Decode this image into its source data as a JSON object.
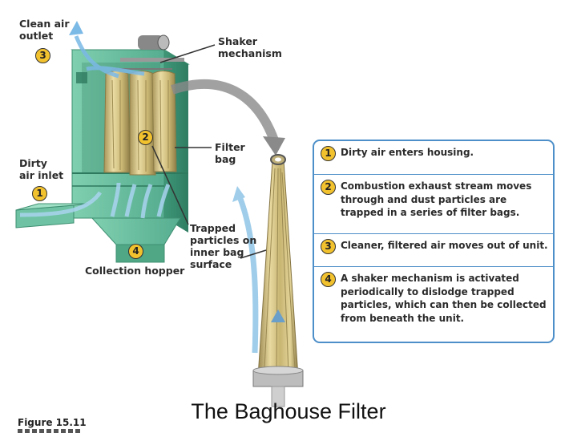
{
  "labels": {
    "clean_air_outlet": "Clean air\noutlet",
    "shaker_mechanism": "Shaker\nmechanism",
    "dirty_air_inlet": "Dirty\nair inlet",
    "filter_bag": "Filter\nbag",
    "trapped_particles": "Trapped\nparticles on\ninner bag\nsurface",
    "collection_hopper": "Collection hopper"
  },
  "badges": {
    "outlet": "3",
    "inlet": "1",
    "bags": "2",
    "hopper": "4"
  },
  "steps": [
    {
      "num": "1",
      "text": "Dirty air enters housing."
    },
    {
      "num": "2",
      "text": "Combustion exhaust stream moves through and dust particles are trapped in a series of filter bags."
    },
    {
      "num": "3",
      "text": "Cleaner, filtered air moves out of unit."
    },
    {
      "num": "4",
      "text": "A shaker mechanism is activated periodically to dislodge trapped particles, which can then be collected from beneath the unit."
    }
  ],
  "caption": "The Baghouse Filter",
  "figure_label": "Figure 15.11",
  "colors": {
    "housing": "#6bbfa2",
    "housing_dark": "#3f9a7c",
    "bag": "#d8c88a",
    "air_flow": "#8fc4e8",
    "badge": "#f2c12e",
    "panel_border": "#4d8fc9"
  }
}
